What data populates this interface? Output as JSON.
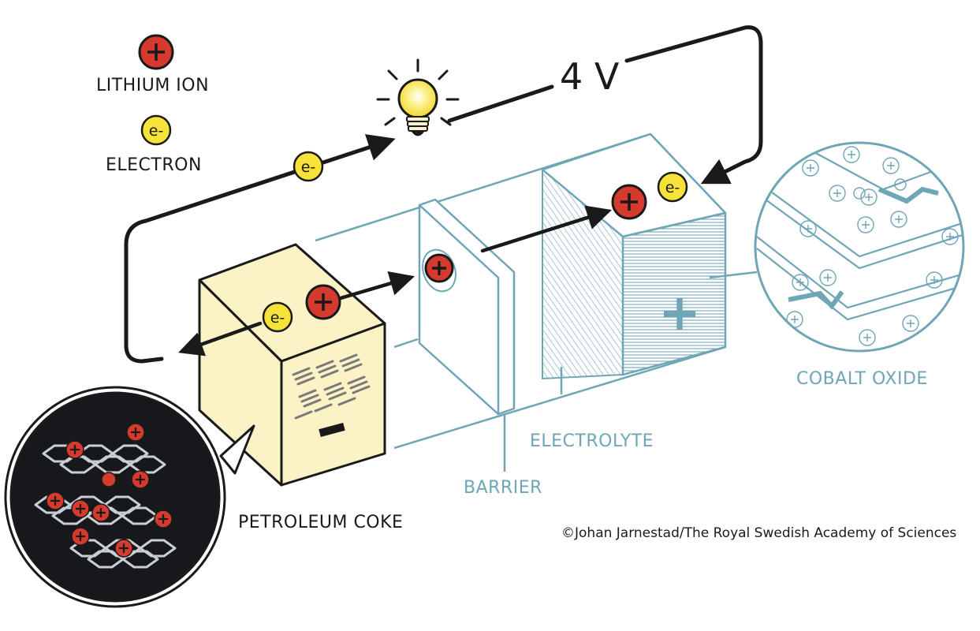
{
  "legend": {
    "ion_label": "LITHIUM ION",
    "electron_label": "ELECTRON",
    "ion_symbol": "+",
    "electron_symbol": "e-"
  },
  "voltage": "4 V",
  "labels": {
    "anode": "PETROLEUM COKE",
    "cathode": "COBALT OXIDE",
    "barrier": "BARRIER",
    "electrolyte": "ELECTROLYTE",
    "anode_sign": "−",
    "cathode_sign": "+"
  },
  "credit": "©Johan Jarnestad/The Royal Swedish Academy of Sciences",
  "colors": {
    "ion": "#d63a2f",
    "electron": "#f7e23a",
    "anode_fill": "#fbf3c6",
    "structure_blue": "#6fa6b6",
    "inset_dark": "#17181b"
  },
  "icons": {
    "bulb": "light-bulb-icon",
    "ion": "lithium-ion-icon",
    "electron": "electron-icon"
  }
}
